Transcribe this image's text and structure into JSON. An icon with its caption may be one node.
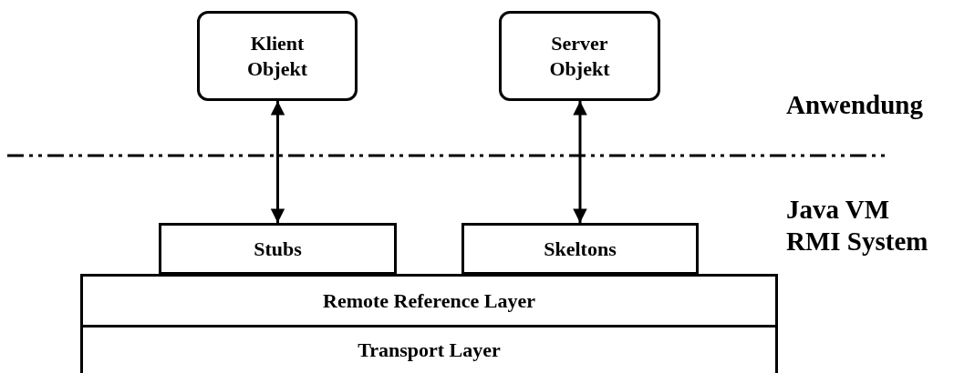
{
  "diagram": {
    "nodes": [
      {
        "text": [
          "Klient Objekt"
        ]
      },
      {
        "text": [
          "Server Objekt"
        ]
      },
      {
        "text": [
          "Stubs"
        ]
      },
      {
        "text": [
          "Skeltons"
        ]
      },
      {
        "text": [
          "Remote Reference Layer"
        ]
      },
      {
        "text": [
          "Transport Layer"
        ]
      }
    ],
    "edges": [
      {
        "from": 0,
        "to": 2,
        "arrow": "both"
      },
      {
        "from": 1,
        "to": 3,
        "arrow": "both"
      }
    ],
    "labels": [
      "Anwendung",
      "Java VM RMI System"
    ]
  }
}
